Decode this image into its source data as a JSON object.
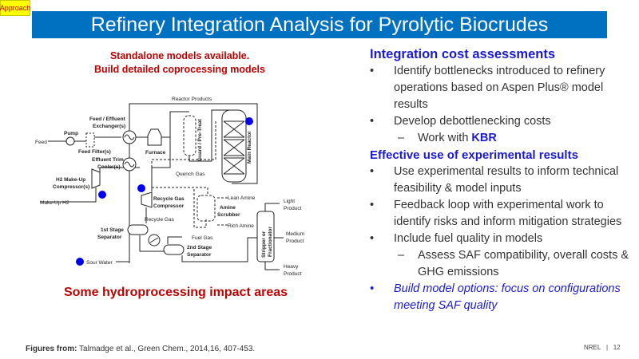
{
  "badge": "Approach",
  "title": "Refinery Integration Analysis for Pyrolytic Biocrudes",
  "left": {
    "subtitle_line1": "Standalone models available.",
    "subtitle_line2": "Build detailed coprocessing models",
    "caption": "Some hydroprocessing impact areas",
    "diagram_labels": {
      "reactor_products": "Reactor Products",
      "feed": "Feed",
      "pump": "Pump",
      "feed_filter": "Feed Filter(s)",
      "exchanger1": "Feed / Effluent",
      "exchanger2": "Exchanger(s)",
      "furnace": "Furnace",
      "guard": "Guard / Pre-Treat",
      "main_reactor": "Main Reactor",
      "trim1": "Effluent Trim",
      "trim2": "Cooler(s)",
      "quench": "Quench Gas",
      "h2comp1": "H2 Make-Up",
      "h2comp2": "Compressor(s)",
      "makeup": "Make-Up H2",
      "rgc1": "Recycle Gas",
      "rgc2": "Compressor",
      "lean": "Lean Amine",
      "amine1": "Amine",
      "amine2": "Scrubber",
      "rich": "Rich Amine",
      "recycle": "Recycle Gas",
      "sep1a": "1st Stage",
      "sep1b": "Separator",
      "fuel": "Fuel Gas",
      "sep2a": "2nd Stage",
      "sep2b": "Separator",
      "sour": "Sour Water",
      "stripper1": "Stripper or",
      "stripper2": "Fractionator",
      "light1": "Light",
      "light2": "Product",
      "medium1": "Medium",
      "medium2": "Product",
      "heavy1": "Heavy",
      "heavy2": "Product"
    }
  },
  "right": {
    "heading1": "Integration cost assessments",
    "b1": "Identify bottlenecks introduced to refinery operations based on Aspen Plus® model results",
    "b2": "Develop debottlenecking costs",
    "s1_prefix": "Work with ",
    "s1_kbr": "KBR",
    "heading2": "Effective use of experimental results",
    "b3": "Use experimental results to inform technical feasibility & model inputs",
    "b4": "Feedback loop with experimental work to identify risks and inform mitigation strategies",
    "b5": "Include fuel quality in models",
    "s2": "Assess SAF compatibility, overall costs & GHG emissions",
    "b6": "Build model options: focus on configurations meeting SAF quality"
  },
  "citation_label": "Figures from:",
  "citation": " Talmadge et al., Green Chem., 2014,16, 407-453.",
  "footer_org": "NREL",
  "footer_sep": "|",
  "footer_page": "12",
  "colors": {
    "banner": "#0070c0",
    "red": "#c00000",
    "blue": "#1a1ad6",
    "dot": "#0000ee"
  }
}
